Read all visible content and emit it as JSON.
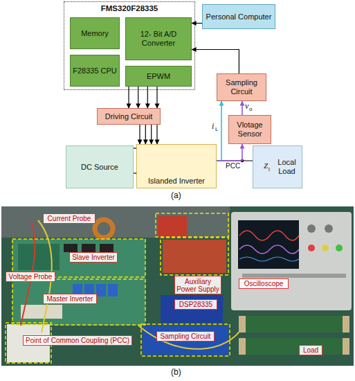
{
  "diagram": {
    "nodes": [
      {
        "text": [
          "FMS320F28335"
        ]
      },
      {
        "text": [
          "Memory"
        ],
        "in": 0
      },
      {
        "text": [
          "12- Bit A/D Converter"
        ],
        "in": 0
      },
      {
        "text": [
          "F28335 CPU"
        ],
        "in": 0
      },
      {
        "text": [
          "EPWM"
        ],
        "in": 0
      },
      {
        "text": [
          "Personal Computer"
        ]
      },
      {
        "text": [
          "Sampling Circuit"
        ]
      },
      {
        "text": [
          "Driving Circuit"
        ]
      },
      {
        "text": [
          "Vlotage Sensor"
        ]
      },
      {
        "text": [
          "DC Source"
        ]
      },
      {
        "text": [
          "Islanded Inverter"
        ]
      },
      {
        "text": [
          "Local Load"
        ]
      },
      {
        "text": [
          "Current Probe"
        ]
      },
      {
        "text": [
          "Slave Inverter"
        ]
      },
      {
        "text": [
          "Voltage Probe"
        ]
      },
      {
        "text": [
          "Master Inverter"
        ]
      },
      {
        "text": [
          "Point of Common Coupling (PCC)"
        ]
      },
      {
        "text": [
          "Auxiliary Power Supply"
        ]
      },
      {
        "text": [
          "DSP28335"
        ]
      },
      {
        "text": [
          "Sampling Circuit"
        ]
      },
      {
        "text": [
          "Oscilloscope"
        ]
      },
      {
        "text": [
          "Load"
        ]
      }
    ],
    "edges": [
      {
        "from": 5,
        "to": 2,
        "arrow": "to"
      },
      {
        "from": 6,
        "to": 2,
        "arrow": "to"
      },
      {
        "from": 4,
        "to": 7,
        "arrow": "to"
      },
      {
        "from": 7,
        "to": 10,
        "arrow": "to"
      },
      {
        "from": 9,
        "to": 10,
        "arrow": "none"
      },
      {
        "from": 10,
        "to": 11,
        "arrow": "none"
      },
      {
        "from": 10,
        "to": 6,
        "arrow": "to"
      },
      {
        "from": 10,
        "to": 8,
        "arrow": "to"
      },
      {
        "from": 8,
        "to": 6,
        "arrow": "to"
      }
    ],
    "labels": [
      "i",
      "L",
      "v",
      "o",
      "PCC",
      "Z",
      "l",
      "(a)",
      "(b)"
    ]
  }
}
